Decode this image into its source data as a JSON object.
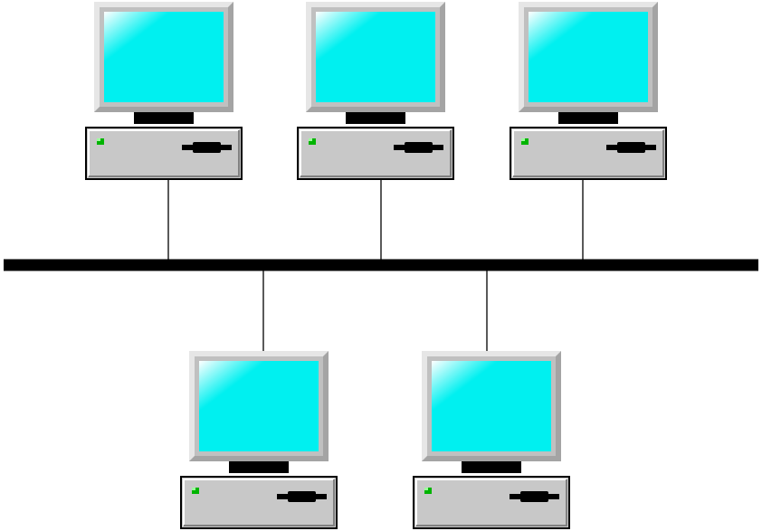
{
  "diagram": {
    "type": "bus-network-topology",
    "colors": {
      "background": "#ffffff",
      "bus": "#000000",
      "drop_line": "#000000",
      "monitor_bezel": "#c0c0c0",
      "monitor_bezel_light": "#e6e6e6",
      "monitor_bezel_dark": "#8c8c8c",
      "screen": "#00f0f0",
      "screen_highlight": "#ffffff",
      "stand": "#000000",
      "case": "#c8c8c8",
      "case_light": "#ffffff",
      "case_dark": "#808080",
      "power_led": "#00b400",
      "drive_slot": "#000000"
    },
    "nodes": [
      {
        "id": "workstation-top-left",
        "icon": "desktop-computer-icon",
        "row": "top",
        "position": "left"
      },
      {
        "id": "workstation-top-center",
        "icon": "desktop-computer-icon",
        "row": "top",
        "position": "center"
      },
      {
        "id": "workstation-top-right",
        "icon": "desktop-computer-icon",
        "row": "top",
        "position": "right"
      },
      {
        "id": "workstation-bottom-left",
        "icon": "desktop-computer-icon",
        "row": "bottom",
        "position": "left"
      },
      {
        "id": "workstation-bottom-right",
        "icon": "desktop-computer-icon",
        "row": "bottom",
        "position": "right"
      }
    ],
    "links": [
      {
        "from": "workstation-top-left",
        "to": "bus-cable"
      },
      {
        "from": "workstation-top-center",
        "to": "bus-cable"
      },
      {
        "from": "workstation-top-right",
        "to": "bus-cable"
      },
      {
        "from": "workstation-bottom-left",
        "to": "bus-cable"
      },
      {
        "from": "workstation-bottom-right",
        "to": "bus-cable"
      }
    ]
  }
}
